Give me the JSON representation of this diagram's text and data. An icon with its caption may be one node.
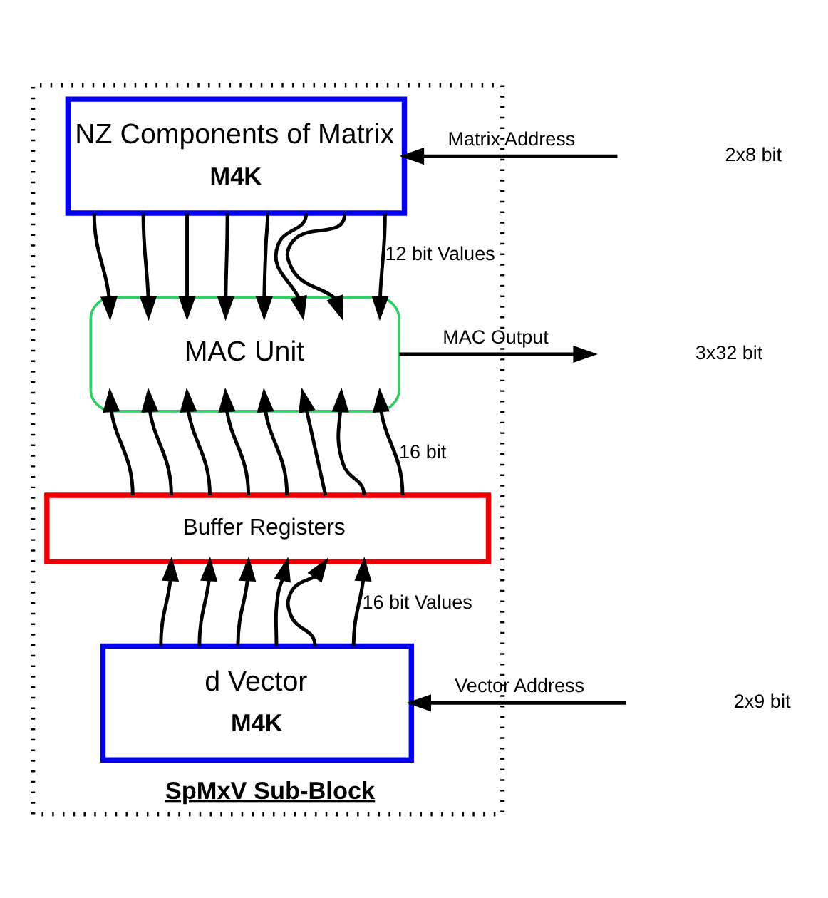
{
  "diagram": {
    "nodes": [
      {
        "text": [
          "SpMxV Sub-Block"
        ]
      },
      {
        "text": [
          "NZ Components of Matrix",
          "M4K"
        ],
        "in": 0
      },
      {
        "text": [
          "MAC Unit"
        ],
        "in": 0
      },
      {
        "text": [
          "Buffer Registers"
        ],
        "in": 0
      },
      {
        "text": [
          "d Vector",
          "M4K"
        ],
        "in": 0
      }
    ],
    "edges": [
      {
        "from": null,
        "to": 1,
        "arrow": "to",
        "label": "Matrix Address"
      },
      {
        "from": 1,
        "to": 2,
        "arrow": "to"
      },
      {
        "from": 1,
        "to": 2,
        "arrow": "to"
      },
      {
        "from": 1,
        "to": 2,
        "arrow": "to"
      },
      {
        "from": 1,
        "to": 2,
        "arrow": "to"
      },
      {
        "from": 1,
        "to": 2,
        "arrow": "to"
      },
      {
        "from": 1,
        "to": 2,
        "arrow": "to"
      },
      {
        "from": 1,
        "to": 2,
        "arrow": "to"
      },
      {
        "from": 1,
        "to": 2,
        "arrow": "to",
        "label": "12 bit Values"
      },
      {
        "from": 2,
        "to": null,
        "arrow": "to",
        "label": "MAC Output"
      },
      {
        "from": 3,
        "to": 2,
        "arrow": "to"
      },
      {
        "from": 3,
        "to": 2,
        "arrow": "to"
      },
      {
        "from": 3,
        "to": 2,
        "arrow": "to"
      },
      {
        "from": 3,
        "to": 2,
        "arrow": "to"
      },
      {
        "from": 3,
        "to": 2,
        "arrow": "to"
      },
      {
        "from": 3,
        "to": 2,
        "arrow": "to"
      },
      {
        "from": 3,
        "to": 2,
        "arrow": "to"
      },
      {
        "from": 3,
        "to": 2,
        "arrow": "to",
        "label": "16 bit"
      },
      {
        "from": 4,
        "to": 3,
        "arrow": "to"
      },
      {
        "from": 4,
        "to": 3,
        "arrow": "to"
      },
      {
        "from": 4,
        "to": 3,
        "arrow": "to"
      },
      {
        "from": 4,
        "to": 3,
        "arrow": "to"
      },
      {
        "from": 4,
        "to": 3,
        "arrow": "to"
      },
      {
        "from": 4,
        "to": 3,
        "arrow": "to",
        "label": "16 bit Values"
      },
      {
        "from": null,
        "to": 4,
        "arrow": "to",
        "label": "Vector Address"
      }
    ],
    "labels": [
      "2x8 bit",
      "3x32 bit",
      "2x9 bit"
    ]
  }
}
